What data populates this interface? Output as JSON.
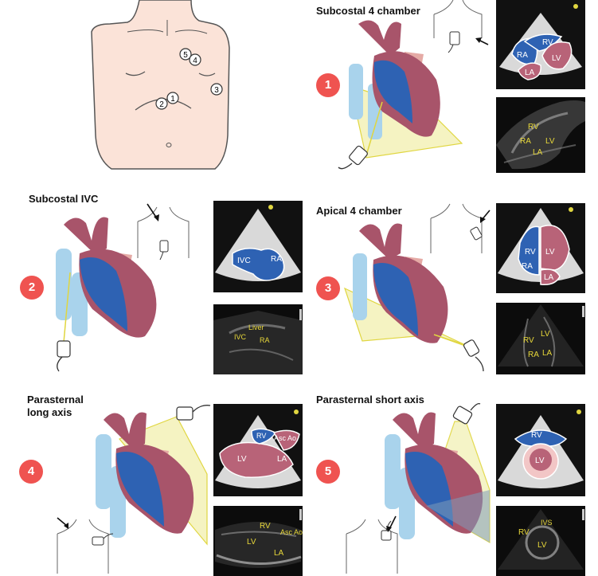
{
  "body_map": {
    "positions": [
      "1",
      "2",
      "3",
      "4",
      "5"
    ]
  },
  "views": [
    {
      "number": "1",
      "title": "Subcostal 4 chamber",
      "schematic_labels": [
        "RV",
        "RA",
        "LV",
        "LA"
      ],
      "echo_labels": [
        "RV",
        "RA",
        "LV",
        "LA"
      ]
    },
    {
      "number": "2",
      "title": "Subcostal IVC",
      "schematic_labels": [
        "IVC",
        "RA"
      ],
      "echo_labels": [
        "Liver",
        "IVC",
        "RA"
      ]
    },
    {
      "number": "3",
      "title": "Apical 4 chamber",
      "schematic_labels": [
        "RV",
        "RA",
        "LV",
        "LA"
      ],
      "echo_labels": [
        "LV",
        "RV",
        "RA",
        "LA"
      ]
    },
    {
      "number": "4",
      "title": "Parasternal long axis",
      "schematic_labels": [
        "RV",
        "Asc Ao",
        "LV",
        "LA"
      ],
      "echo_labels": [
        "RV",
        "Asc Ao",
        "LV",
        "LA"
      ]
    },
    {
      "number": "5",
      "title": "Parasternal short axis",
      "schematic_labels": [
        "RV",
        "LV"
      ],
      "echo_labels": [
        "IVS",
        "RV",
        "LV"
      ]
    }
  ],
  "colors": {
    "badge": "#ef5350",
    "right_heart": "#2e62b3",
    "left_heart": "#a8546a",
    "aorta": "#a8546a",
    "vessel_light": "#a9d3ec",
    "skin": "#fbe3d8",
    "beam": "#f5f3c2",
    "echo_label": "#e8d83a"
  }
}
